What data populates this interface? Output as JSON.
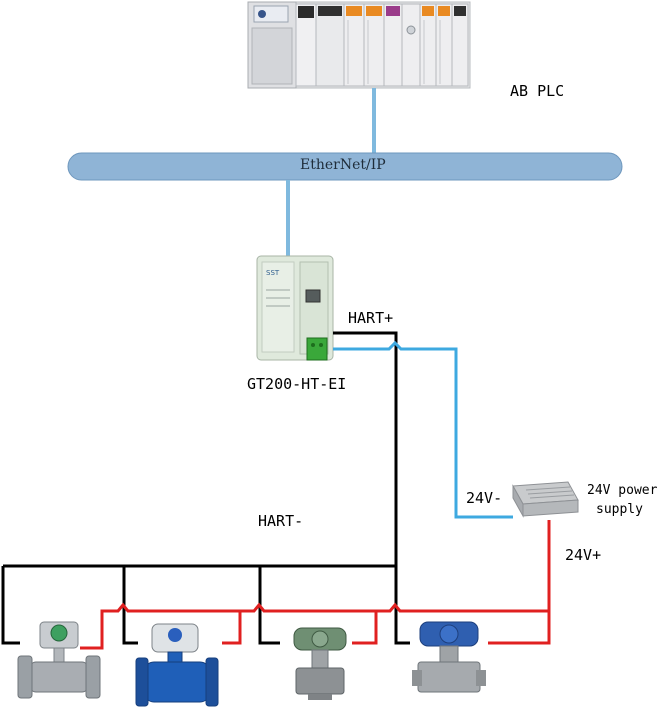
{
  "labels": {
    "plc": "AB PLC",
    "bus": "EtherNet/IP",
    "gateway": "GT200-HT-EI",
    "hart_plus": "HART+",
    "hart_minus": "HART-",
    "v24_minus": "24V-",
    "v24_plus": "24V+",
    "power_supply_line1": "24V power",
    "power_supply_line2": "supply"
  },
  "colors": {
    "bus_fill": "#8fb4d6",
    "ethernet_link": "#7fb9de",
    "hart_minus_wire": "#000000",
    "power_plus_wire": "#e02020",
    "power_minus_wire": "#3ea9e0"
  },
  "devices": [
    {
      "kind": "vortex-flowmeter-icon"
    },
    {
      "kind": "electromagnetic-flowmeter-icon"
    },
    {
      "kind": "pressure-transmitter-icon"
    },
    {
      "kind": "differential-pressure-transmitter-icon"
    }
  ]
}
